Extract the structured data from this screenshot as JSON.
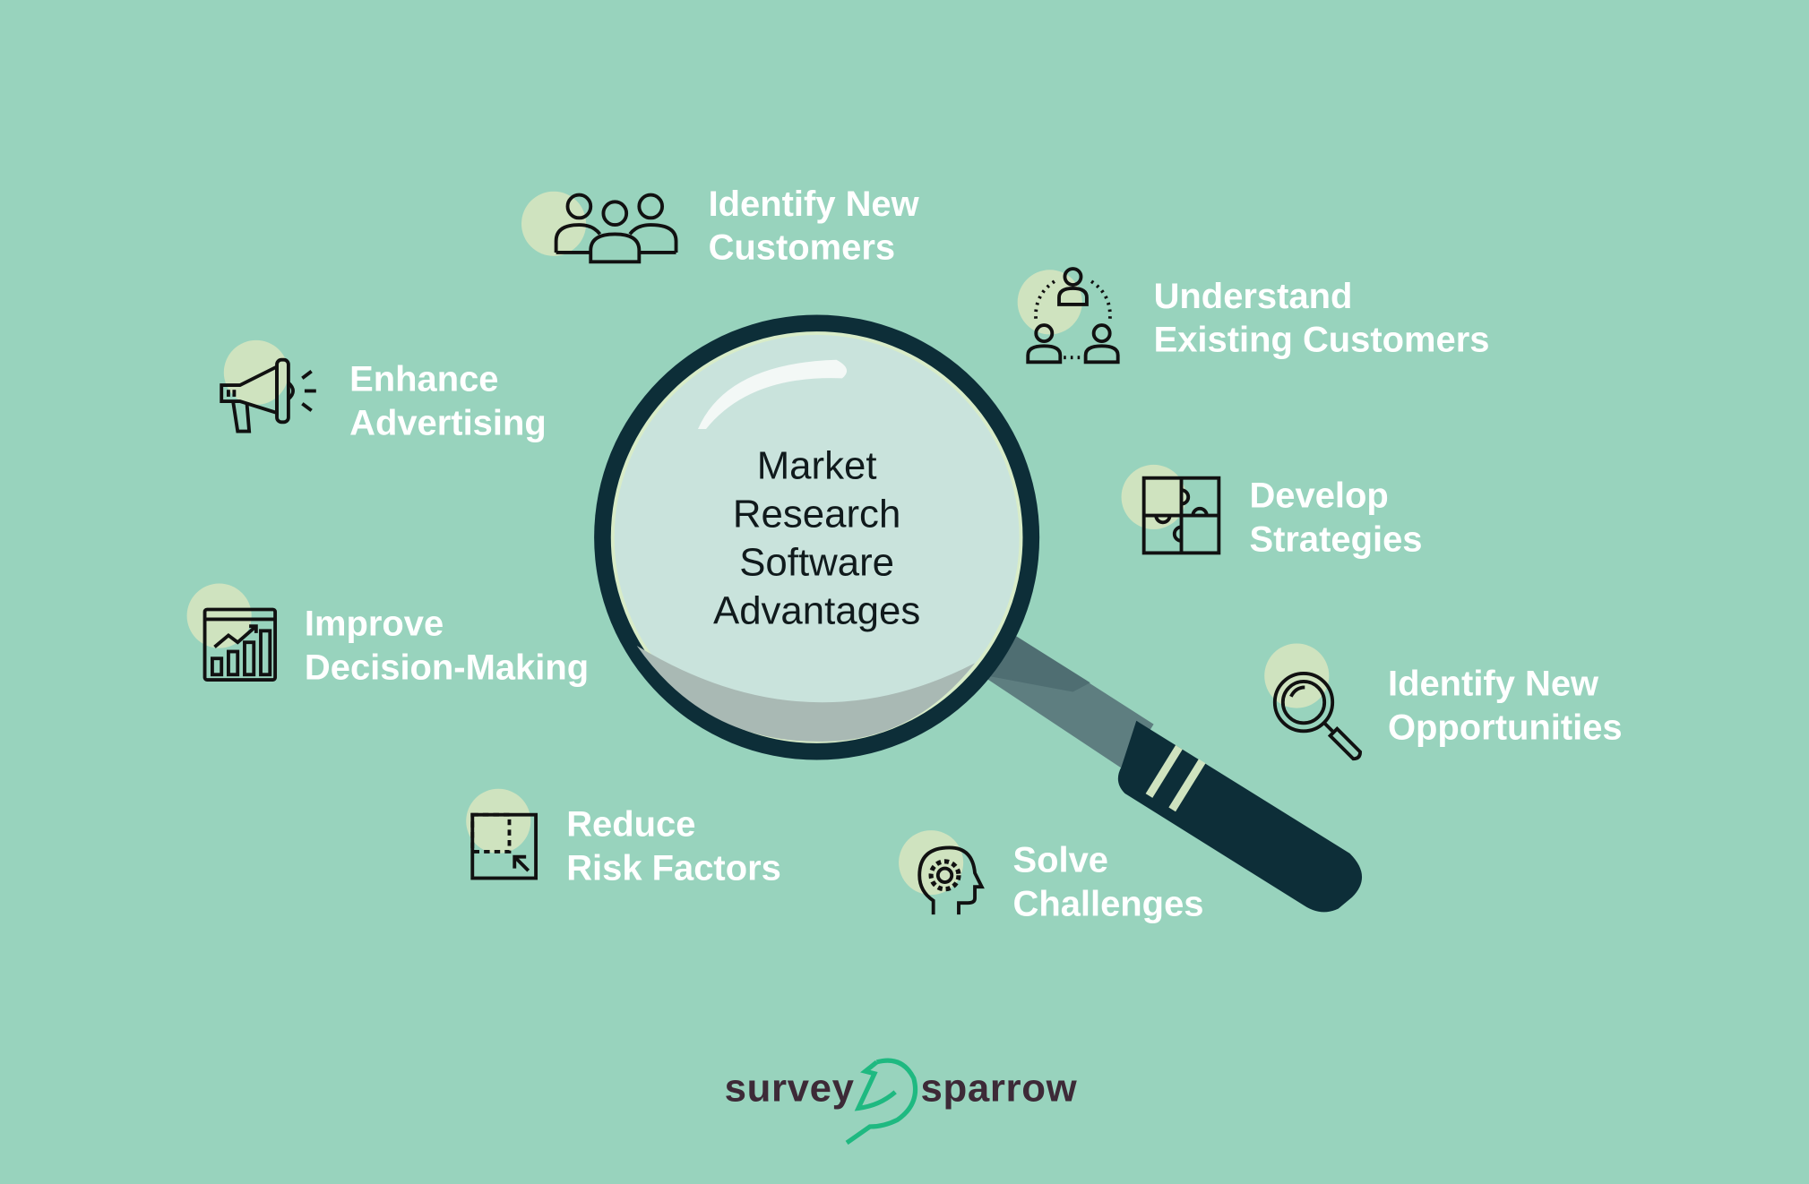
{
  "title": [
    "Market",
    "Research",
    "Software",
    "Advantages"
  ],
  "items": [
    {
      "lines": [
        "Identify New",
        "Customers"
      ],
      "icon": "people-group-icon"
    },
    {
      "lines": [
        "Understand",
        "Existing Customers"
      ],
      "icon": "customer-cycle-icon"
    },
    {
      "lines": [
        "Enhance",
        "Advertising"
      ],
      "icon": "megaphone-icon"
    },
    {
      "lines": [
        "Develop",
        "Strategies"
      ],
      "icon": "puzzle-icon"
    },
    {
      "lines": [
        "Improve",
        "Decision-Making"
      ],
      "icon": "chart-window-icon"
    },
    {
      "lines": [
        "Identify New",
        "Opportunities"
      ],
      "icon": "magnifier-icon"
    },
    {
      "lines": [
        "Reduce",
        "Risk Factors"
      ],
      "icon": "resize-shrink-icon"
    },
    {
      "lines": [
        "Solve",
        "Challenges"
      ],
      "icon": "head-gear-icon"
    }
  ],
  "logo": {
    "left": "survey",
    "right": "sparrow"
  },
  "colors": {
    "background": "#98d3bd",
    "accent_blob": "#cfe3bf",
    "dark": "#0d2e38",
    "logo_green": "#1fb981",
    "logo_text": "#3d2a37"
  }
}
